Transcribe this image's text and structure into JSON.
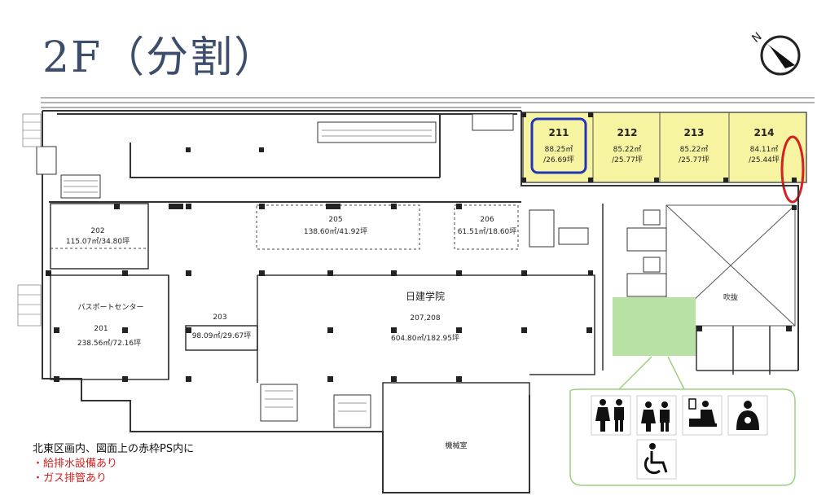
{
  "title": "2F（分割）",
  "compass": {
    "label": "N",
    "icon": "north-arrow-icon"
  },
  "colors": {
    "tenant_fill": "#f6f4a0",
    "highlight_blue": "#2233bb",
    "highlight_red": "#d42020",
    "restroom_border": "#9bd07d",
    "green_area": "#b8e2a4",
    "title": "#3d4d6c"
  },
  "units": {
    "211": {
      "num": "211",
      "area": "88.25㎡",
      "tsubo": "/26.69坪"
    },
    "212": {
      "num": "212",
      "area": "85.22㎡",
      "tsubo": "/25.77坪"
    },
    "213": {
      "num": "213",
      "area": "85.22㎡",
      "tsubo": "/25.77坪"
    },
    "214": {
      "num": "214",
      "area": "84.11㎡",
      "tsubo": "/25.44坪"
    },
    "202": {
      "num": "202",
      "area": "115.07㎡/34.80坪"
    },
    "205": {
      "num": "205",
      "area": "138.60㎡/41.92坪"
    },
    "206": {
      "num": "206",
      "area": "61.51㎡/18.60坪"
    },
    "203": {
      "num": "203",
      "area": "98.09㎡/29.67坪"
    },
    "201": {
      "label": "パスポートセンター",
      "num": "201",
      "area": "238.56㎡/72.16坪"
    },
    "207": {
      "label": "日建学院",
      "num": "207,208",
      "area": "604.80㎡/182.95坪"
    }
  },
  "rooms": {
    "atrium": "吹抜",
    "machine": "機械室"
  },
  "restroom_icons": [
    "restroom-icon",
    "family-restroom-icon",
    "baby-changing-icon",
    "ostomate-icon",
    "wheelchair-icon"
  ],
  "notes": [
    "北東区画内、図面上の赤枠PS内に",
    "・給排水設備あり",
    "・ガス排管あり"
  ]
}
